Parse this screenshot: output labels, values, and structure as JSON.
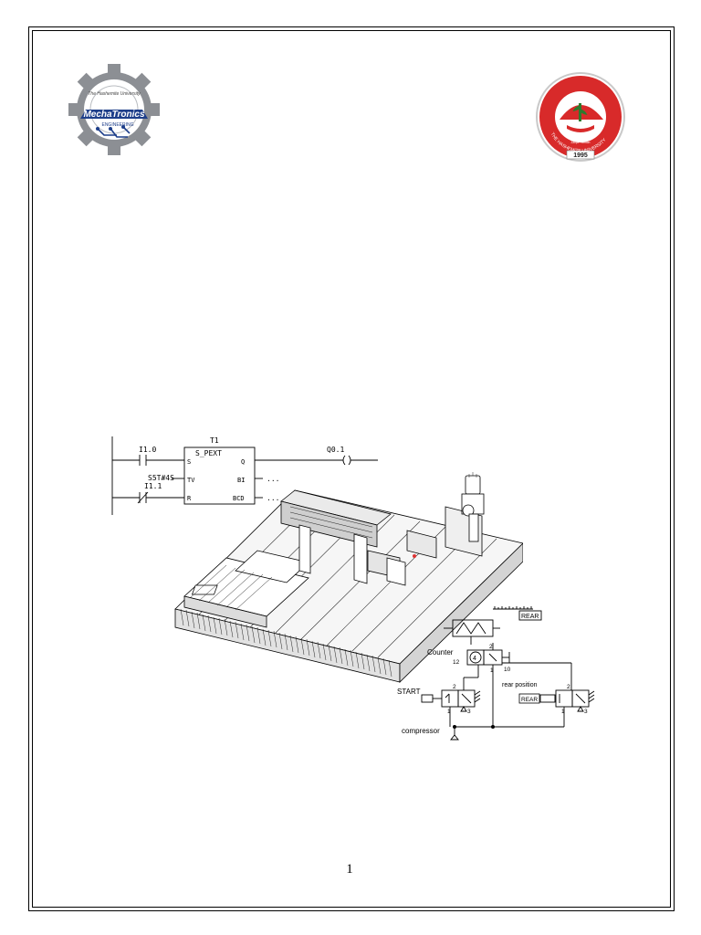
{
  "logo_left": {
    "name": "MechaTronics",
    "subtitle": "ENGINEERING",
    "ring_text": "The Hashemite University"
  },
  "logo_right": {
    "ring_text": "THE HASHEMITE UNIVERSITY",
    "location": "Zarqa - Jordan",
    "year": "1995"
  },
  "ladder": {
    "timer_name": "T1",
    "timer_type": "S_PEXT",
    "input_start": "I1.0",
    "input_reset": "I1.1",
    "time_value": "S5T#4S",
    "output": "Q0.1",
    "pins": {
      "s": "S",
      "q": "Q",
      "tv": "TV",
      "bi": "BI",
      "r": "R",
      "bcd": "BCD",
      "dots": "..."
    }
  },
  "pneumatic": {
    "rear_label": "REAR",
    "counter_label": "Counter",
    "counter_value": "4",
    "start_label": "START",
    "rear_position_label": "rear  position",
    "compressor_label": "compressor",
    "ports": {
      "p2": "2",
      "p1": "1",
      "p3": "3",
      "p12": "12",
      "p10": "10"
    }
  },
  "page_number": "1"
}
